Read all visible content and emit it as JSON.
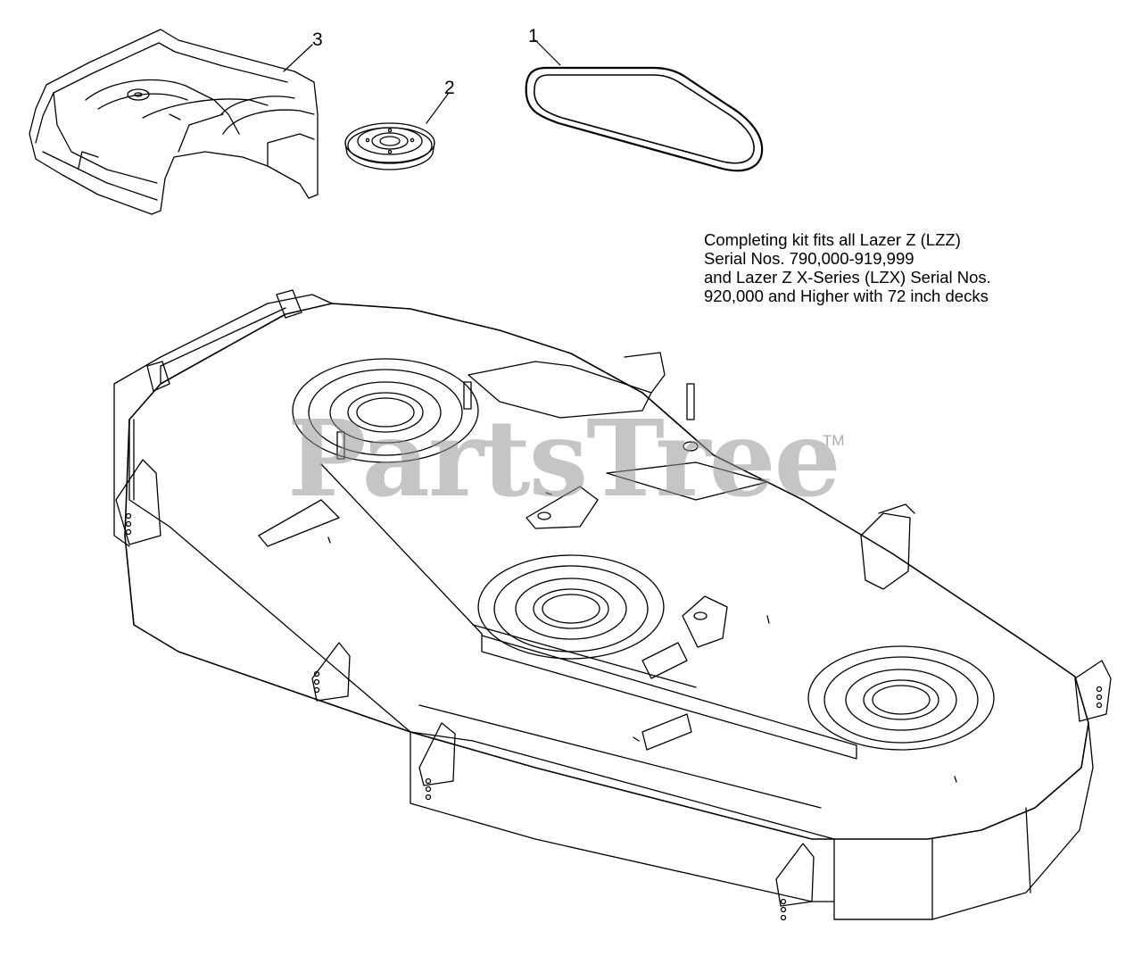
{
  "callouts": [
    {
      "id": "1",
      "part": "belt"
    },
    {
      "id": "2",
      "part": "pulley"
    },
    {
      "id": "3",
      "part": "belt-cover"
    }
  ],
  "note": {
    "lines": [
      "Completing kit fits all Lazer Z (LZZ)",
      "Serial Nos. 790,000-919,999",
      "and Lazer Z X-Series (LZX) Serial Nos.",
      "920,000 and Higher with 72 inch decks"
    ]
  },
  "watermark": {
    "text": "PartsTree",
    "trademark": "TM"
  },
  "colors": {
    "line": "#000000",
    "watermark": "#969696",
    "background": "#ffffff"
  }
}
